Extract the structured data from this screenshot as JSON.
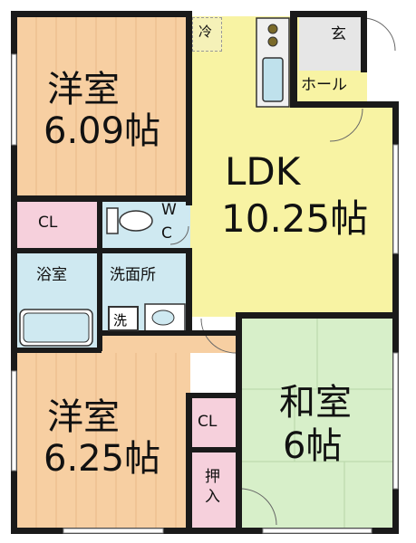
{
  "rooms": {
    "western_room_1": {
      "name": "洋室",
      "size": "6.09帖"
    },
    "ldk": {
      "name": "LDK",
      "size": "10.25帖"
    },
    "western_room_2": {
      "name": "洋室",
      "size": "6.25帖"
    },
    "japanese_room": {
      "name": "和室",
      "size": "6帖"
    },
    "closet_1": "CL",
    "closet_2": "CL",
    "toilet_w": "W",
    "toilet_c": "C",
    "bathroom": "浴室",
    "washroom": "洗面所",
    "washer": "洗",
    "storage": "押入",
    "refrigerator": "冷",
    "entrance": "玄",
    "hall": "ホール"
  },
  "colors": {
    "western_floor": "#f7cfa2",
    "ldk_floor": "#f8f3a3",
    "japanese_floor": "#d7efc9",
    "wet_area": "#cfe9f1",
    "closet_floor": "#f6d0dc",
    "wall": "#1a1a1a"
  }
}
